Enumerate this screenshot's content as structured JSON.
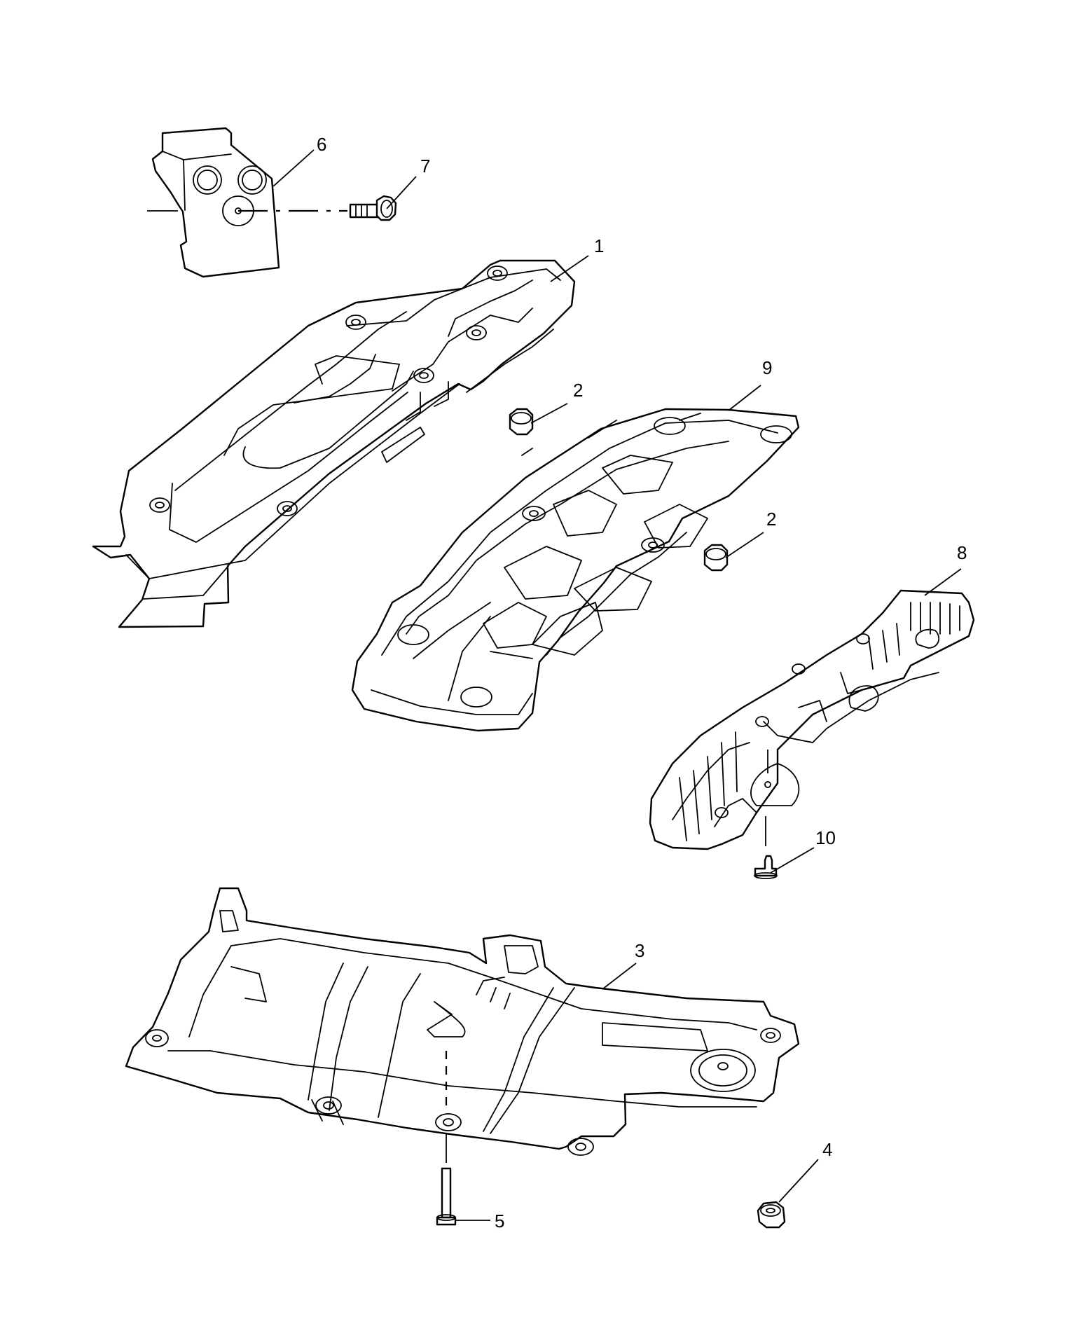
{
  "callouts": [
    {
      "id": "callout-1",
      "text": "1"
    },
    {
      "id": "callout-2a",
      "text": "2"
    },
    {
      "id": "callout-2b",
      "text": "2"
    },
    {
      "id": "callout-3",
      "text": "3"
    },
    {
      "id": "callout-4",
      "text": "4"
    },
    {
      "id": "callout-5",
      "text": "5"
    },
    {
      "id": "callout-6",
      "text": "6"
    },
    {
      "id": "callout-7",
      "text": "7"
    },
    {
      "id": "callout-8",
      "text": "8"
    },
    {
      "id": "callout-9",
      "text": "9"
    },
    {
      "id": "callout-10",
      "text": "10"
    }
  ],
  "colors": {
    "line": "#000000",
    "background": "#ffffff"
  }
}
